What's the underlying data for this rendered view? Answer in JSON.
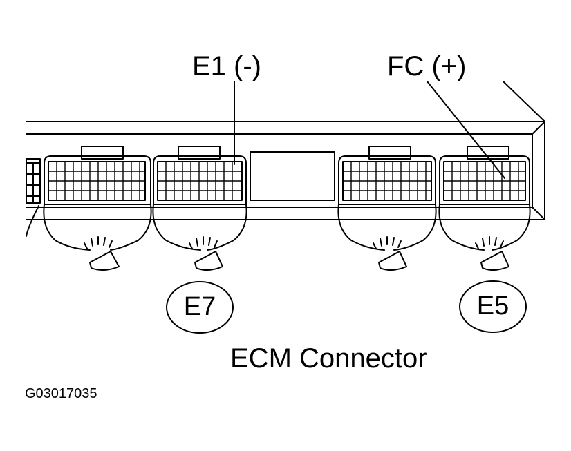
{
  "labels": {
    "e1": "E1  (-)",
    "fc": "FC (+)",
    "title": "ECM Connector",
    "code": "G03017035"
  },
  "connectors": {
    "e7": "E7",
    "e5": "E5"
  },
  "colors": {
    "line": "#000000",
    "background": "#ffffff"
  }
}
